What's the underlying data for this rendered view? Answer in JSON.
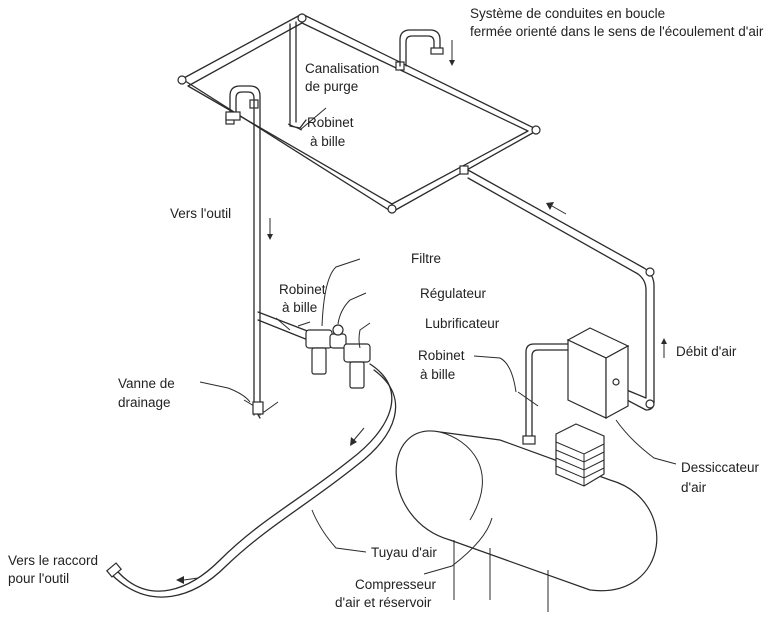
{
  "labels": {
    "loop_system_line1": "Système de conduites en boucle",
    "loop_system_line2": "fermée orienté dans le sens de l'écoulement d'air",
    "purge_line1": "Canalisation",
    "purge_line2": "de purge",
    "ball_valve_top_line1": "Robinet",
    "ball_valve_top_line2": "à bille",
    "to_tool": "Vers l'outil",
    "filter": "Filtre",
    "ball_valve_mid_line1": "Robinet",
    "ball_valve_mid_line2": "à bille",
    "regulator": "Régulateur",
    "lubricator": "Lubrificateur",
    "air_flow": "Débit d'air",
    "ball_valve_right_line1": "Robinet",
    "ball_valve_right_line2": "à bille",
    "drain_valve_line1": "Vanne de",
    "drain_valve_line2": "drainage",
    "dryer_line1": "Dessiccateur",
    "dryer_line2": "d'air",
    "air_hose": "Tuyau d'air",
    "to_tool_fitting_line1": "Vers le raccord",
    "to_tool_fitting_line2": "pour l'outil",
    "compressor_line1": "Compresseur",
    "compressor_line2": "d'air et réservoir"
  }
}
